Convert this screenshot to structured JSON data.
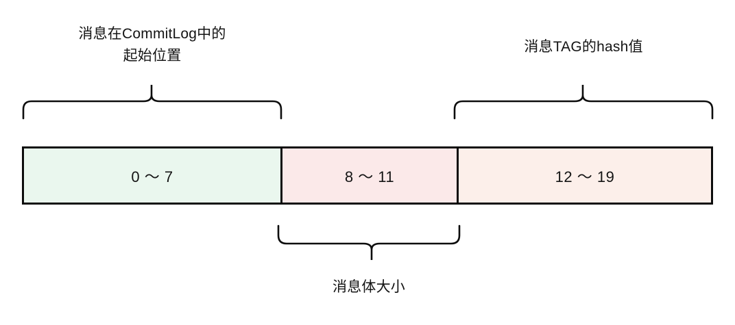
{
  "diagram": {
    "title_segments": {
      "top_left_label": "消息在CommitLog中的\n起始位置",
      "top_right_label": "消息TAG的hash值",
      "bottom_label": "消息体大小"
    },
    "bar": {
      "cells": [
        {
          "name": "commitlog-offset",
          "range_text": "0 ～ 7",
          "fill": "#eaf7ee"
        },
        {
          "name": "message-body-size",
          "range_text": "8 ～ 11",
          "fill": "#fbe9e9"
        },
        {
          "name": "tag-hash",
          "range_text": "12 ～ 19",
          "fill": "#fcefea"
        }
      ],
      "border_color": "#0d0d0d"
    },
    "braces": [
      {
        "name": "brace-commitlog-offset",
        "direction": "up",
        "target_cell": "commitlog-offset"
      },
      {
        "name": "brace-tag-hash",
        "direction": "up",
        "target_cell": "tag-hash"
      },
      {
        "name": "brace-message-body-size",
        "direction": "down",
        "target_cell": "message-body-size"
      }
    ]
  }
}
